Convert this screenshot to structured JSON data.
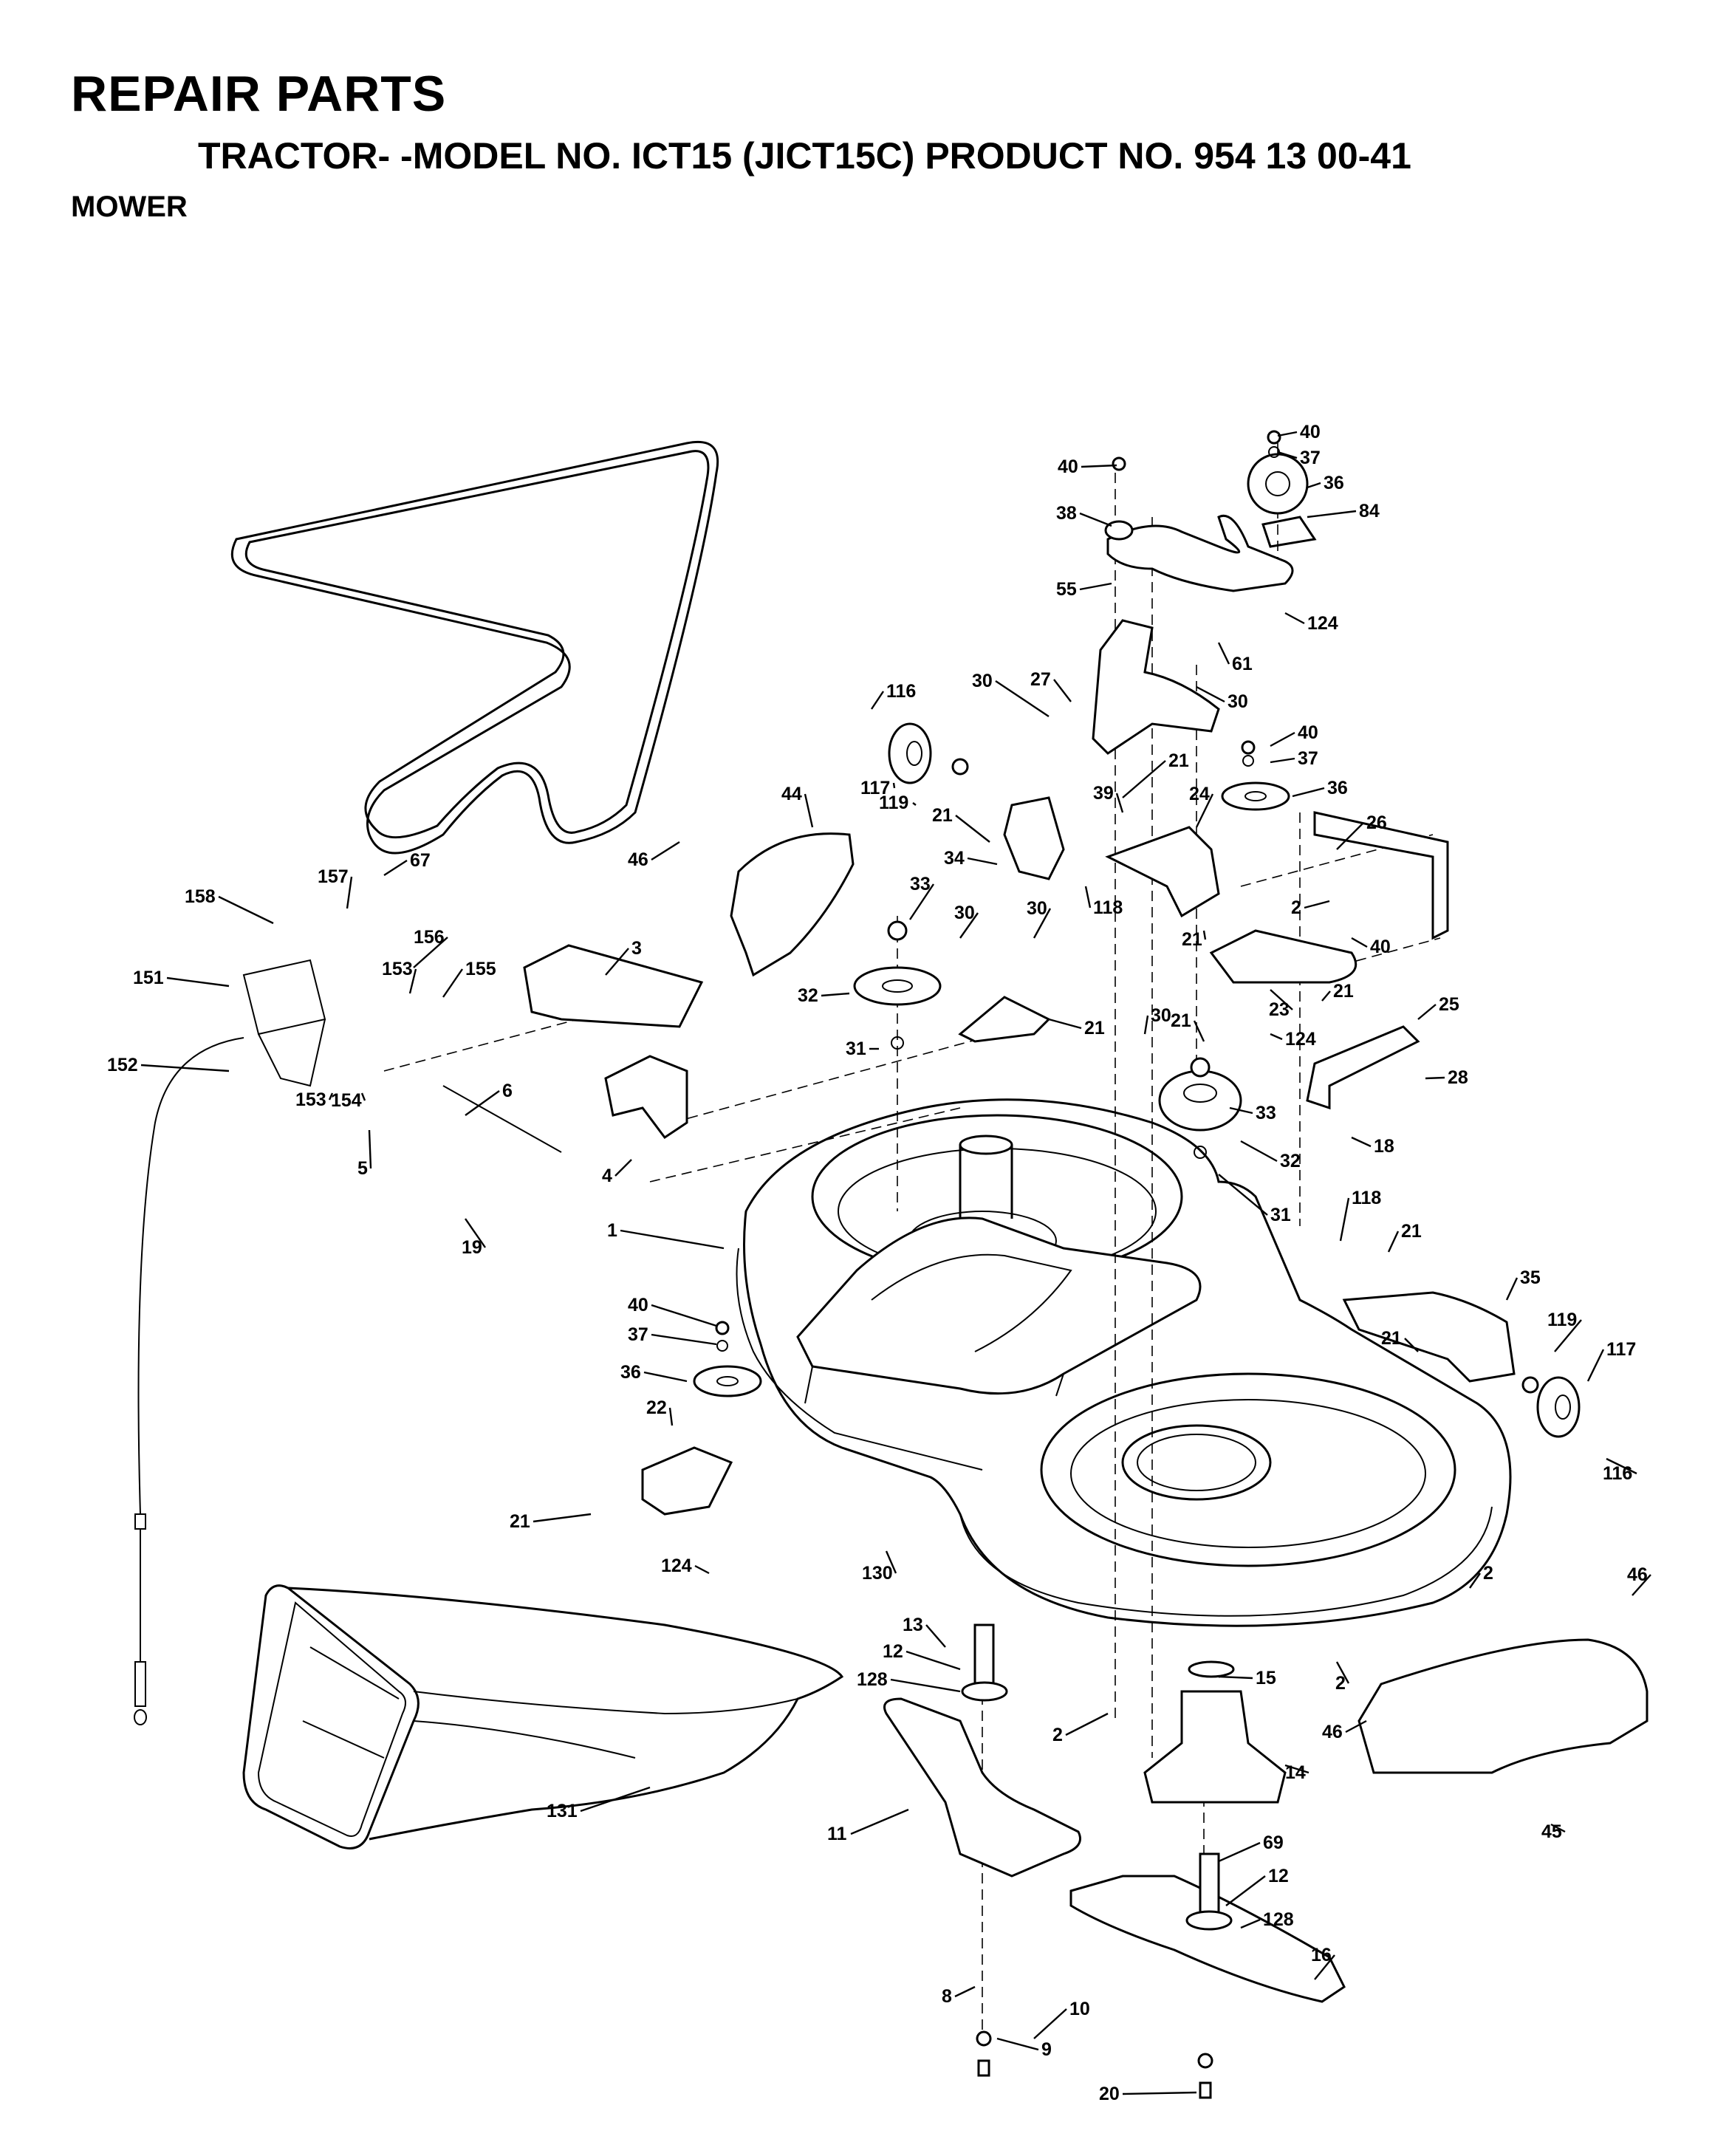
{
  "header": {
    "title": "REPAIR PARTS",
    "subtitle": "TRACTOR- -MODEL NO. ICT15 (JICT15C) PRODUCT NO. 954 13 00-41",
    "section": "MOWER"
  },
  "callouts": [
    "40",
    "37",
    "36",
    "84",
    "40",
    "38",
    "55",
    "124",
    "61",
    "27",
    "30",
    "30",
    "116",
    "40",
    "37",
    "117",
    "119",
    "21",
    "36",
    "39",
    "21",
    "24",
    "26",
    "44",
    "34",
    "46",
    "118",
    "2",
    "67",
    "157",
    "158",
    "33",
    "21",
    "40",
    "3",
    "30",
    "30",
    "156",
    "21",
    "25",
    "151",
    "153",
    "155",
    "32",
    "23",
    "21",
    "124",
    "31",
    "28",
    "21",
    "6",
    "30",
    "152",
    "153",
    "154",
    "33",
    "18",
    "32",
    "5",
    "4",
    "31",
    "19",
    "118",
    "1",
    "21",
    "35",
    "40",
    "119",
    "117",
    "21",
    "37",
    "36",
    "116",
    "22",
    "21",
    "124",
    "130",
    "2",
    "46",
    "13",
    "12",
    "15",
    "128",
    "2",
    "2",
    "46",
    "14",
    "131",
    "45",
    "11",
    "69",
    "12",
    "128",
    "16",
    "8",
    "10",
    "9",
    "20"
  ]
}
